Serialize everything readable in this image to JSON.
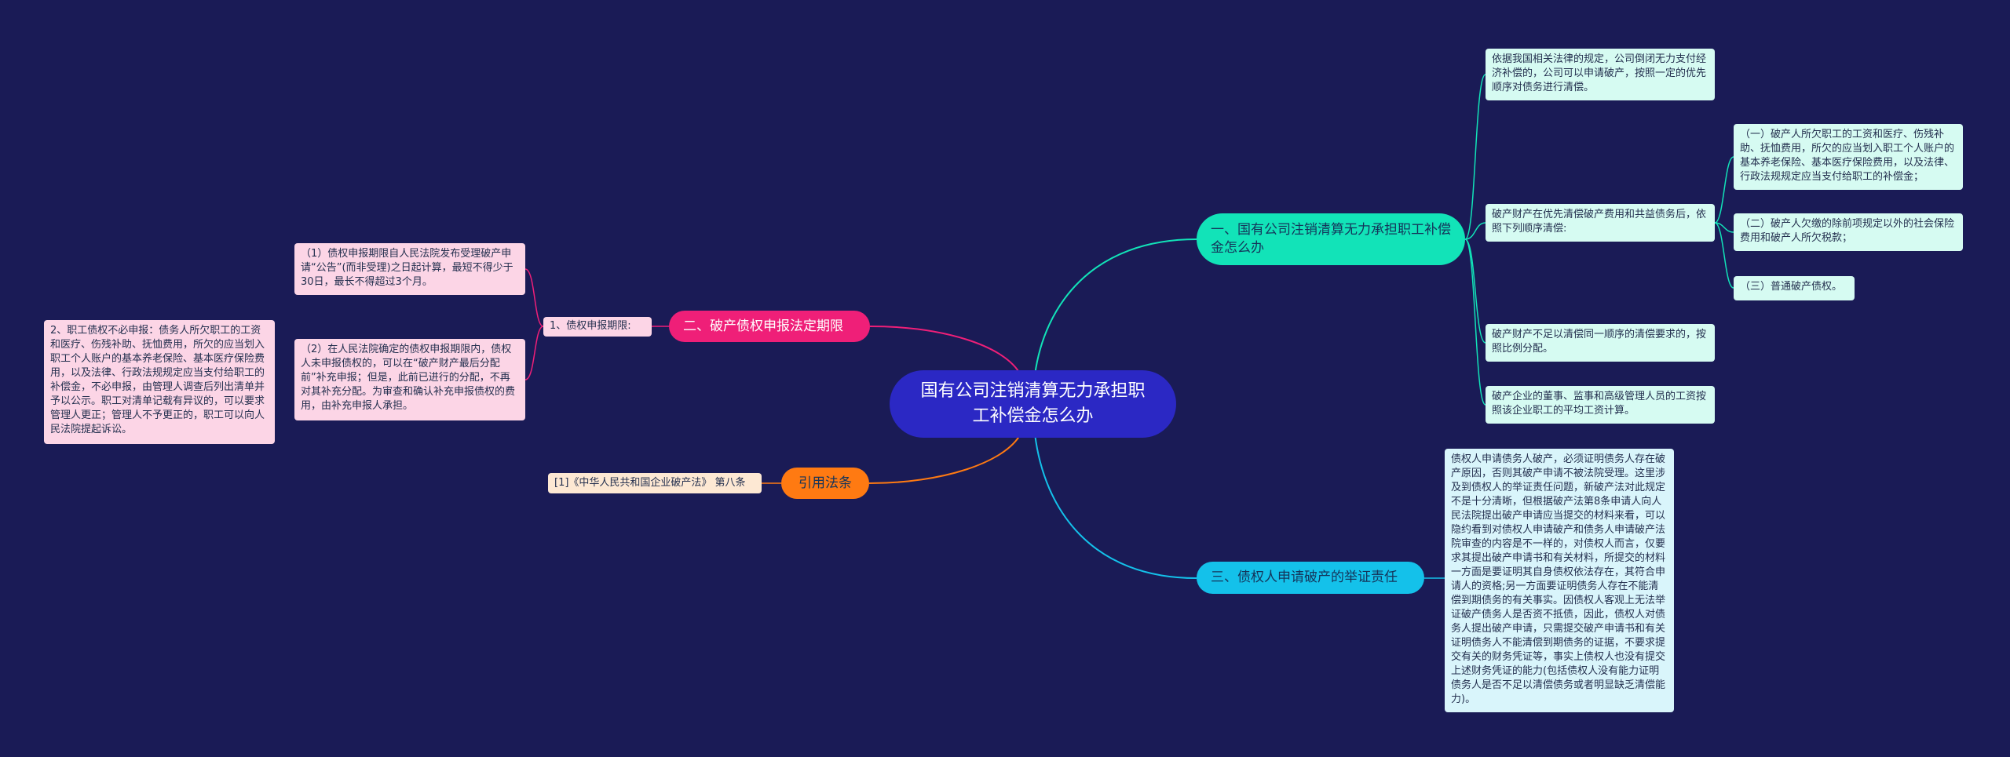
{
  "root": "国有公司注销清算无力承担职工补偿金怎么办",
  "colors": {
    "background": "#1a1b56",
    "root": "#2b28c4",
    "branch1": "#12e3b8",
    "branch2": "#14c1ea",
    "branch3": "#ef1f78",
    "branch4": "#ff7a12"
  },
  "branches": {
    "b1": {
      "label": "一、国有公司注销清算无力承担职工补偿金怎么办",
      "items": [
        "依据我国相关法律的规定，公司倒闭无力支付经济补偿的，公司可以申请破产，按照一定的优先顺序对债务进行清偿。",
        "破产财产在优先清偿破产费用和共益债务后，依照下列顺序清偿:",
        "破产财产不足以清偿同一顺序的清偿要求的，按照比例分配。",
        "破产企业的董事、监事和高级管理人员的工资按照该企业职工的平均工资计算。"
      ],
      "sub": [
        "（一）破产人所欠职工的工资和医疗、伤残补助、抚恤费用，所欠的应当划入职工个人账户的基本养老保险、基本医疗保险费用，以及法律、行政法规规定应当支付给职工的补偿金；",
        "（二）破产人欠缴的除前项规定以外的社会保险费用和破产人所欠税款；",
        "（三）普通破产债权。"
      ]
    },
    "b2": {
      "label": "三、债权人申请破产的举证责任",
      "text": "债权人申请债务人破产，必须证明债务人存在破产原因，否则其破产申请不被法院受理。这里涉及到债权人的举证责任问题，新破产法对此规定不是十分清晰，但根据破产法第8条申请人向人民法院提出破产申请应当提交的材料来看，可以隐约看到对债权人申请破产和债务人申请破产法院审查的内容是不一样的，对债权人而言，仅要求其提出破产申请书和有关材料，所提交的材料一方面是要证明其自身债权依法存在，其符合申请人的资格;另一方面要证明债务人存在不能清偿到期债务的有关事实。因债权人客观上无法举证破产债务人是否资不抵债，因此，债权人对债务人提出破产申请，只需提交破产申请书和有关证明债务人不能清偿到期债务的证据，不要求提交有关的财务凭证等，事实上债权人也没有提交上述财务凭证的能力(包括债权人没有能力证明债务人是否不足以清偿债务或者明显缺乏清偿能力)。"
    },
    "b3": {
      "label": "二、破产债权申报法定期限",
      "sub_label": "1、债权申报期限:",
      "items": [
        "（1）债权申报期限自人民法院发布受理破产申请“公告”(而非受理)之日起计算，最短不得少于30日，最长不得超过3个月。",
        "（2）在人民法院确定的债权申报期限内，债权人未申报债权的，可以在“破产财产最后分配前”补充申报；但是，此前已进行的分配，不再对其补充分配。为审查和确认补充申报债权的费用，由补充申报人承担。"
      ],
      "extra": "2、职工债权不必申报：债务人所欠职工的工资和医疗、伤残补助、抚恤费用，所欠的应当划入职工个人账户的基本养老保险、基本医疗保险费用，以及法律、行政法规规定应当支付给职工的补偿金，不必申报，由管理人调查后列出清单并予以公示。职工对清单记载有异议的，可以要求管理人更正；管理人不予更正的，职工可以向人民法院提起诉讼。"
    },
    "b4": {
      "label": "引用法条",
      "items": [
        "[1]《中华人民共和国企业破产法》 第八条"
      ]
    }
  }
}
